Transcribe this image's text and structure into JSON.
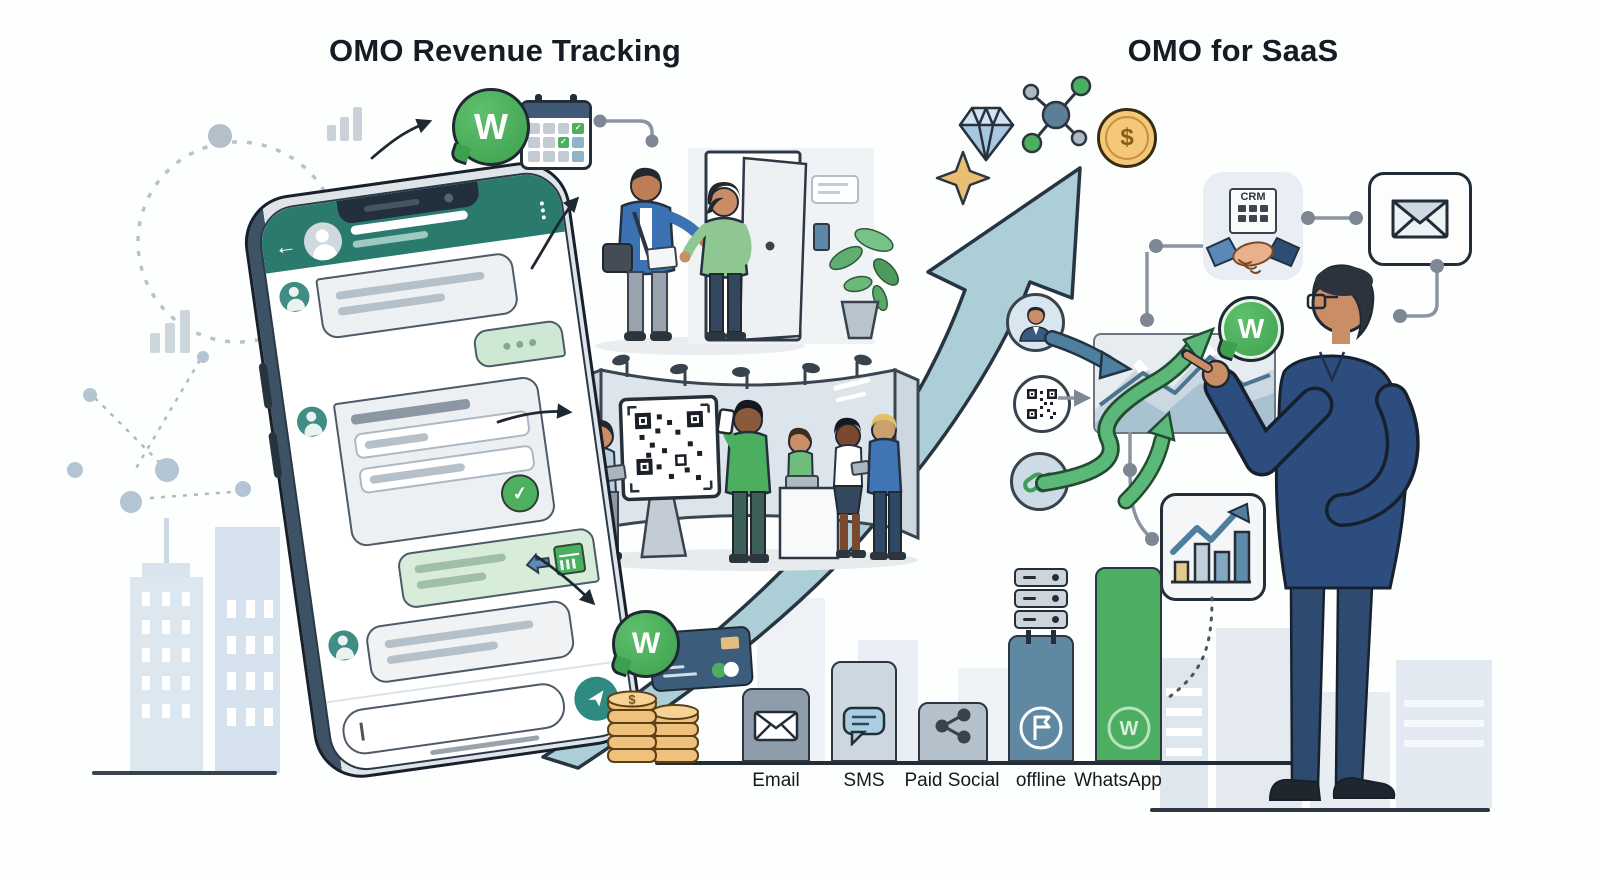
{
  "titles": {
    "left": "OMO Revenue Tracking",
    "right": "OMO for SaaS"
  },
  "brand": {
    "whatsapp_letter": "W",
    "currency_symbol": "$",
    "crm_label": "CRM"
  },
  "chart_data": {
    "type": "bar",
    "title": "Channel comparison (illustrated, unlabeled axes)",
    "categories": [
      "Email",
      "SMS",
      "Paid Social",
      "offline",
      "WhatsApp"
    ],
    "values": [
      38,
      52,
      31,
      65,
      100
    ],
    "unit": "relative bar height, % of tallest bar",
    "colors": [
      "#8f9dab",
      "#cdd7df",
      "#b4c1cb",
      "#5f88a3",
      "#4cae60"
    ],
    "bar_icons": [
      "envelope-icon",
      "sms-bubble-icon",
      "share-nodes-icon",
      "flag-badge-icon",
      "whatsapp-icon"
    ],
    "xlabel": "",
    "ylabel": "",
    "grid": false,
    "legend_position": "none",
    "baseline": true
  },
  "icons": {
    "whatsapp-icon": "green speech-bubble circle with letter W",
    "calendar-icon": "calendar grid with green checkmarks",
    "crm-icon": "CRM terminal above a handshake",
    "envelope-icon": "mail envelope",
    "diamond-icon": "blue gem",
    "network-icon": "molecule of connected nodes",
    "dollar-coin-icon": "gold coin with dollar sign",
    "sparkle-icon": "four-point gold star",
    "person-icon": "customer avatar in circle",
    "qr-code-icon": "QR code",
    "link-icon": "green chain link in circle",
    "area-chart-icon": "mountain chart panel with trend arrows",
    "bar-chart-icon": "rising bars with zigzag arrow",
    "server-icon": "stacked server drives",
    "sms-bubble-icon": "speech bubble with text lines",
    "share-nodes-icon": "three connected share nodes",
    "flag-badge-icon": "flag inside circular badge",
    "credit-card-icon": "payment card with chip",
    "coin-stack-icon": "two stacks of gold coins",
    "send-icon": "paper plane",
    "back-arrow-icon": "left arrow",
    "menu-dots-icon": "vertical ellipsis",
    "checkmark-icon": "white check in green circle"
  },
  "colors": {
    "whatsapp_green": "#45ae57",
    "chat_header_teal": "#2b7a6e",
    "growth_arrow_teal": "#abced7",
    "ink_outline": "#1e2833",
    "panel_gray": "#e9eef4",
    "gold": "#eec27d",
    "suit_navy": "#2d4d7c"
  }
}
